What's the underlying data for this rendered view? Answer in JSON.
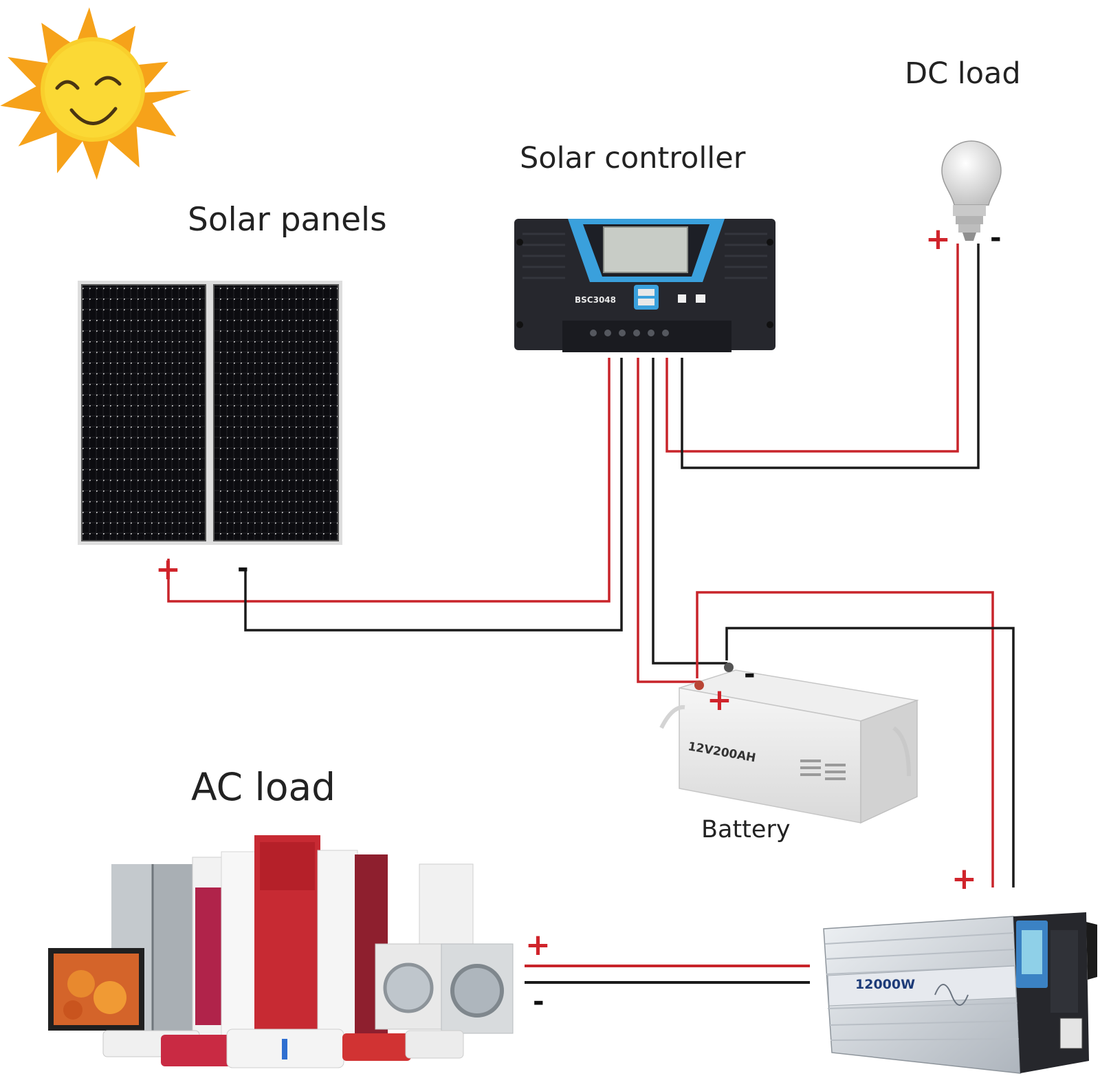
{
  "labels": {
    "solar_panels": "Solar panels",
    "solar_controller": "Solar controller",
    "dc_load": "DC load",
    "battery": "Battery",
    "ac_load": "AC load"
  },
  "devices": {
    "controller_model": "BSC3048",
    "battery_model": "12V200AH",
    "inverter_power": "12000W"
  },
  "signs": {
    "plus": "+",
    "minus": "-"
  },
  "colors": {
    "positive_wire": "#c8242a",
    "negative_wire": "#1a1a1a",
    "controller_accent": "#3aa0dc",
    "sun": "#f6a21a"
  }
}
